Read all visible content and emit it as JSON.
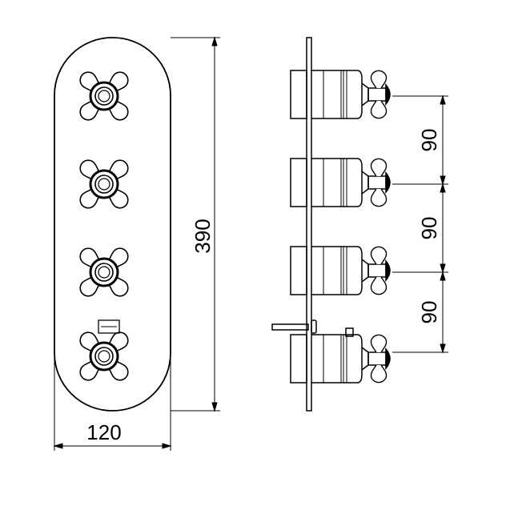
{
  "dimensions": {
    "height": "390",
    "width": "120",
    "spacing": [
      "90",
      "90",
      "90"
    ]
  },
  "valves": 4
}
